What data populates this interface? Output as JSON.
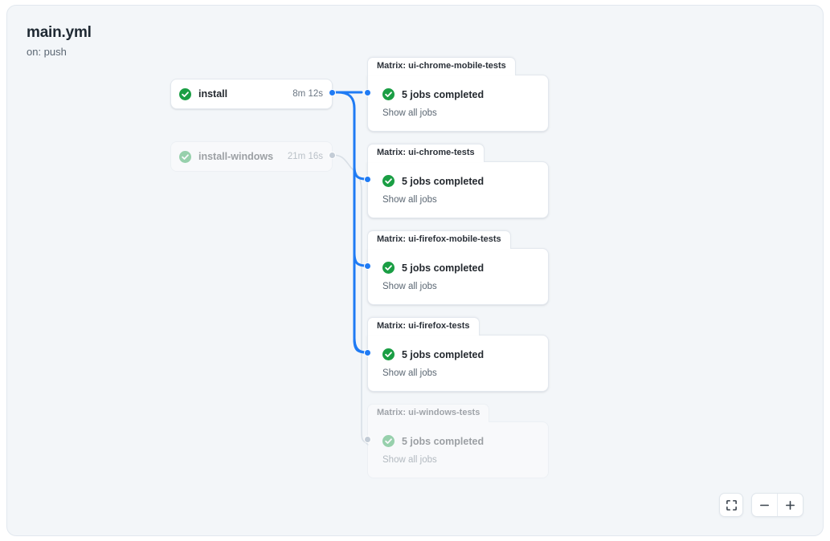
{
  "graph": {
    "title": "main.yml",
    "subtitle": "on: push",
    "accent_color": "#1f7bf4",
    "success_color": "#1a9e44",
    "canvas_bg": "#f3f6f9",
    "edge_dim_color": "#d5dce3"
  },
  "jobs": [
    {
      "name": "install",
      "label": "install",
      "duration": "8m 12s",
      "status": "success",
      "status_icon": "check-circle-icon",
      "dimmed": false
    },
    {
      "name": "install-windows",
      "label": "install-windows",
      "duration": "21m 16s",
      "status": "success",
      "status_icon": "check-circle-icon",
      "dimmed": true
    }
  ],
  "matrices": [
    {
      "tab_label": "Matrix: ui-chrome-mobile-tests",
      "status_label": "5 jobs completed",
      "status_icon": "check-circle-icon",
      "link_label": "Show all jobs",
      "dimmed": false
    },
    {
      "tab_label": "Matrix: ui-chrome-tests",
      "status_label": "5 jobs completed",
      "status_icon": "check-circle-icon",
      "link_label": "Show all jobs",
      "dimmed": false
    },
    {
      "tab_label": "Matrix: ui-firefox-mobile-tests",
      "status_label": "5 jobs completed",
      "status_icon": "check-circle-icon",
      "link_label": "Show all jobs",
      "dimmed": false
    },
    {
      "tab_label": "Matrix: ui-firefox-tests",
      "status_label": "5 jobs completed",
      "status_icon": "check-circle-icon",
      "link_label": "Show all jobs",
      "dimmed": false
    },
    {
      "tab_label": "Matrix: ui-windows-tests",
      "status_label": "5 jobs completed",
      "status_icon": "check-circle-icon",
      "link_label": "Show all jobs",
      "dimmed": true
    }
  ],
  "controls": {
    "fit_view": {
      "icon": "fit-screen-icon",
      "label": ""
    },
    "zoom_out": {
      "icon": "minus-icon",
      "label": "−"
    },
    "zoom_in": {
      "icon": "plus-icon",
      "label": "+"
    }
  }
}
